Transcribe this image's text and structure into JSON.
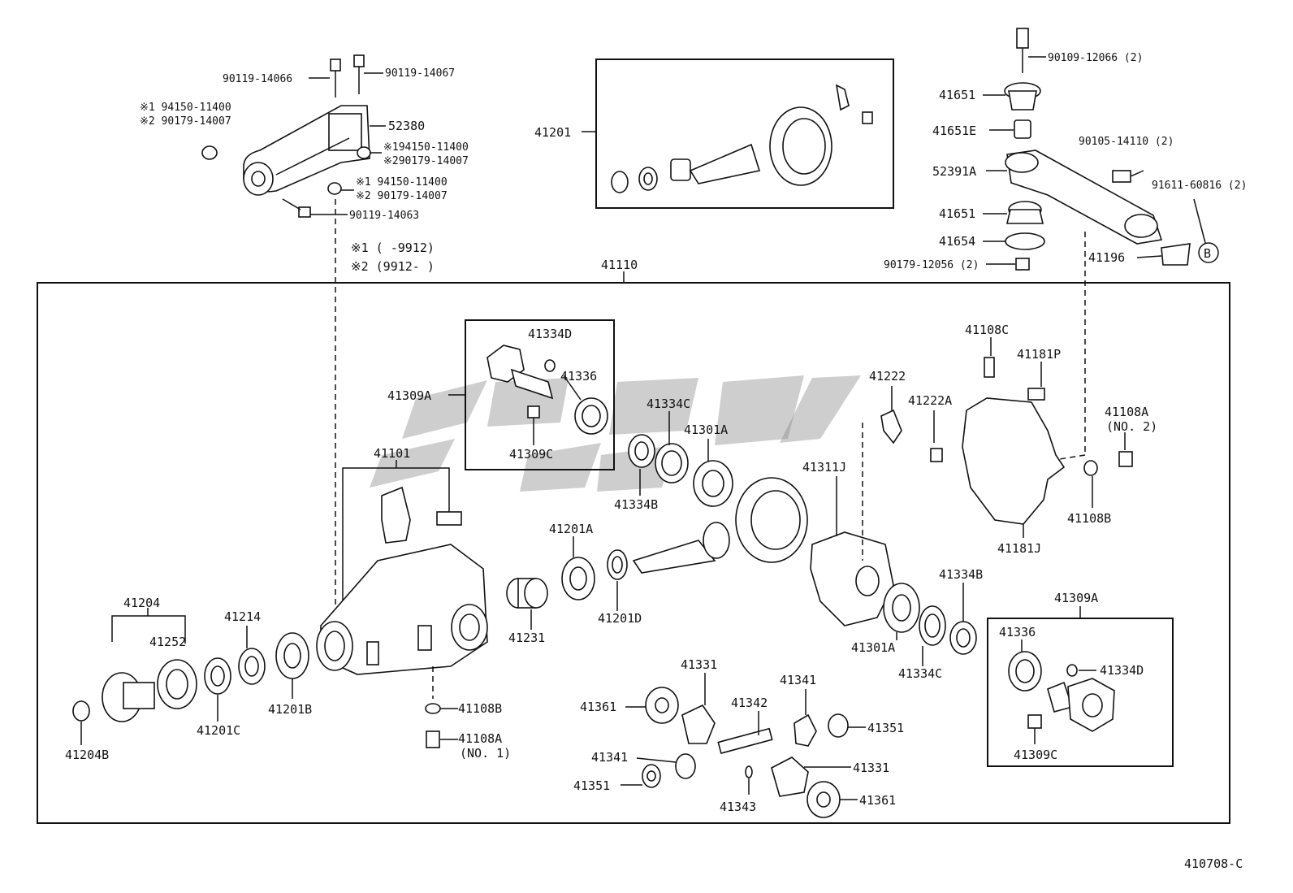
{
  "diagram_id": "410708-C",
  "legend": {
    "note1": "※1 (      -9912)",
    "note2": "※2 (9912-      )"
  },
  "callouts": {
    "p90119_14066": "90119-14066",
    "p90119_14067": "90119-14067",
    "p52380": "52380",
    "p90119_14063": "90119-14063",
    "alt_a1": "※1 94150-11400",
    "alt_a2": "※2 90179-14007",
    "alt_b1": "※194150-11400",
    "alt_b2": "※290179-14007",
    "alt_c1": "※1 94150-11400",
    "alt_c2": "※2 90179-14007",
    "p41201": "41201",
    "p90109_12066": "90109-12066 (2)",
    "p41651_top": "41651",
    "p41651e": "41651E",
    "p90105_14110": "90105-14110 (2)",
    "p52391a": "52391A",
    "p91611_60816": "91611-60816 (2)",
    "p41651_bot": "41651",
    "p41654": "41654",
    "p90179_12056": "90179-12056 (2)",
    "p41196": "41196",
    "ref_b": "B",
    "p41110": "41110",
    "p41334d_top": "41334D",
    "p41336_top": "41336",
    "p41309a_top": "41309A",
    "p41309c_top": "41309C",
    "p41334c_top": "41334C",
    "p41301a_top": "41301A",
    "p41334b_top": "41334B",
    "p41222": "41222",
    "p41222a": "41222A",
    "p41108c": "41108C",
    "p41181p": "41181P",
    "p41108a_no2": "41108A",
    "no2": "(NO. 2)",
    "p41311j": "41311J",
    "p41108b_right": "41108B",
    "p41181j": "41181J",
    "p41101": "41101",
    "p41201a": "41201A",
    "p41201d": "41201D",
    "p41231": "41231",
    "p41204": "41204",
    "p41252": "41252",
    "p41214": "41214",
    "p41201c": "41201C",
    "p41201b": "41201B",
    "p41204b": "41204B",
    "p41108b_bottom": "41108B",
    "p41108a_no1": "41108A",
    "no1": "(NO. 1)",
    "p41301a_bot": "41301A",
    "p41334c_bot": "41334C",
    "p41334b_bot": "41334B",
    "p41309a_bot": "41309A",
    "p41336_bot": "41336",
    "p41334d_bot": "41334D",
    "p41309c_bot": "41309C",
    "p41331_top": "41331",
    "p41361_left": "41361",
    "p41342": "41342",
    "p41341_right": "41341",
    "p41351_right": "41351",
    "p41341_left": "41341",
    "p41351_left": "41351",
    "p41343": "41343",
    "p41331_bot": "41331",
    "p41361_right": "41361"
  },
  "watermark_color": "#8a8a8a"
}
